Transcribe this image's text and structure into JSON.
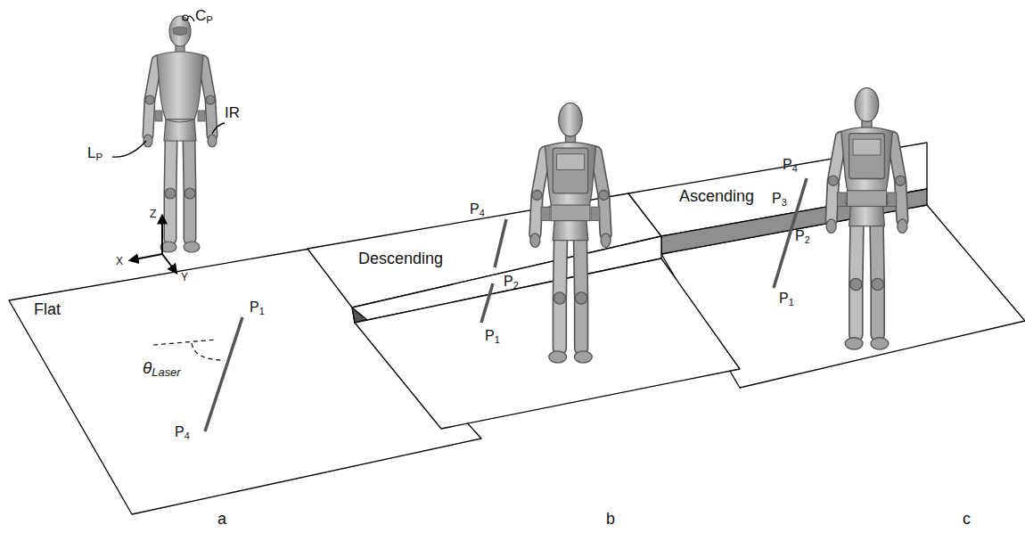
{
  "diagram": {
    "labels": [
      "CP",
      "LP",
      "IR",
      "Z",
      "X",
      "Y",
      "Flat",
      "θLaser",
      "P1",
      "P4",
      "Descending",
      "P4",
      "P2",
      "P1",
      "Ascending",
      "P4",
      "P3",
      "P2",
      "P1",
      "a",
      "b",
      "c"
    ]
  }
}
